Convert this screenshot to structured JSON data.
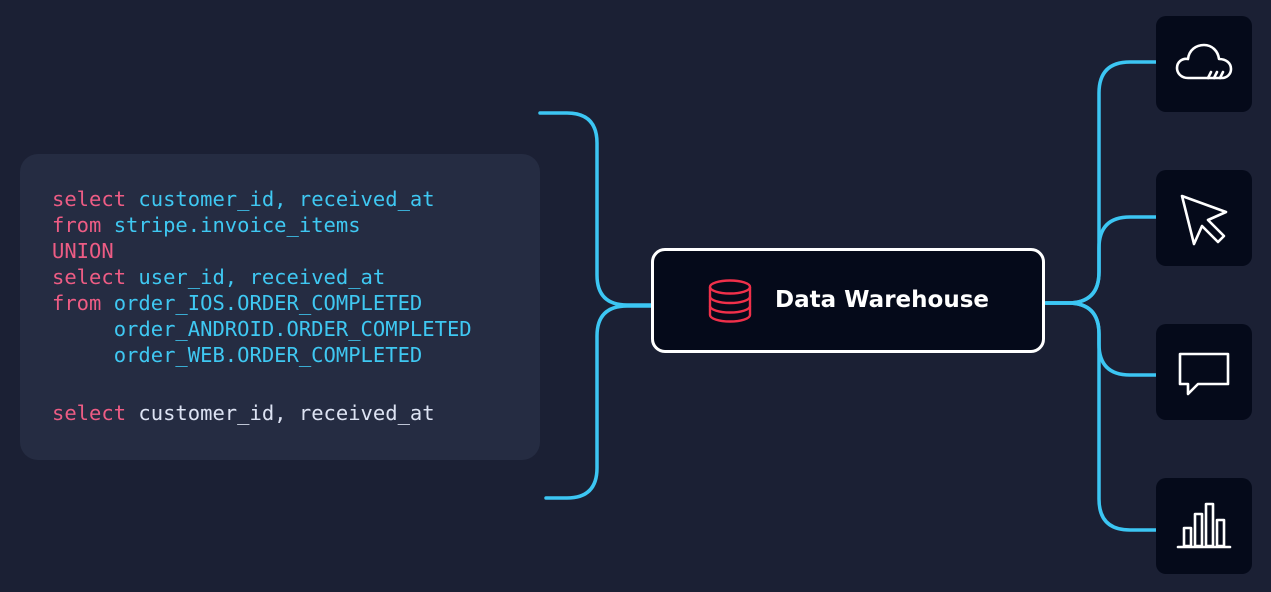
{
  "code": {
    "lines": [
      {
        "kw": "select",
        "rest": " customer_id, received_at"
      },
      {
        "kw": "from",
        "rest": " stripe.invoice_items"
      },
      {
        "kw": "UNION",
        "rest": ""
      },
      {
        "kw": "select",
        "rest": " user_id, received_at"
      },
      {
        "kw": "from",
        "rest": " order_IOS.ORDER_COMPLETED"
      },
      {
        "kw": "",
        "rest": "     order_ANDROID.ORDER_COMPLETED"
      },
      {
        "kw": "",
        "rest": "     order_WEB.ORDER_COMPLETED"
      }
    ],
    "final_line": {
      "kw": "select",
      "rest": " customer_id, received_at"
    }
  },
  "warehouse": {
    "label": "Data Warehouse",
    "icon": "database-icon"
  },
  "destinations": [
    {
      "icon": "cloud-icon"
    },
    {
      "icon": "cursor-icon"
    },
    {
      "icon": "chat-bubble-icon"
    },
    {
      "icon": "bar-chart-icon"
    }
  ],
  "colors": {
    "background": "#1b2034",
    "connector": "#3cc6f3",
    "keyword": "#ed5c84",
    "identifier": "#3fc8f2",
    "database_icon": "#f0304a"
  }
}
